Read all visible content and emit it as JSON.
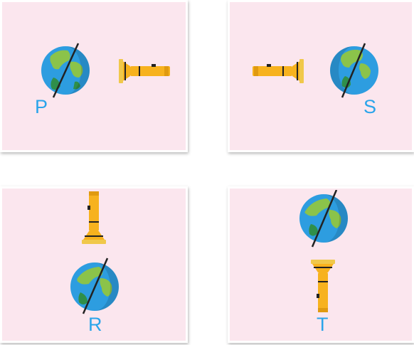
{
  "panels": [
    {
      "id": "P",
      "label": "P",
      "flashlight_pointing": "left",
      "flashlight_side": "right"
    },
    {
      "id": "S",
      "label": "S",
      "flashlight_pointing": "right",
      "flashlight_side": "left"
    },
    {
      "id": "R",
      "label": "R",
      "flashlight_pointing": "down",
      "flashlight_side": "above"
    },
    {
      "id": "T",
      "label": "T",
      "flashlight_pointing": "up",
      "flashlight_side": "below"
    }
  ],
  "colors": {
    "panel_bg": "#fbe6ee",
    "label": "#2aa4ea",
    "ocean": "#2d9de0",
    "land": "#8bc34a",
    "flashlight": "#f7b21e"
  },
  "icons": [
    "globe-icon",
    "flashlight-icon"
  ]
}
